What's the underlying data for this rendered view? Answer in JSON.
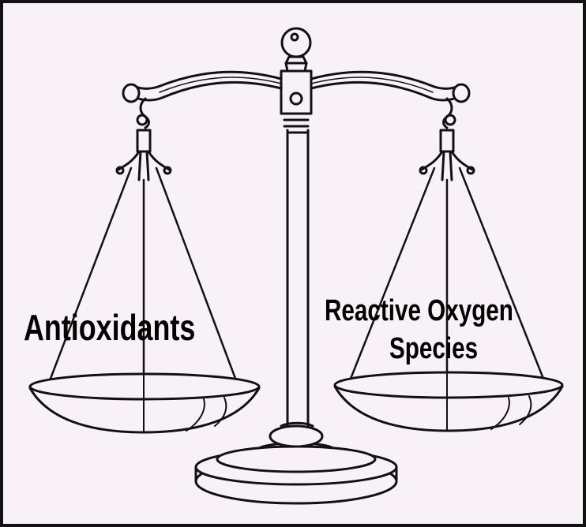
{
  "diagram": {
    "left_pan_label": "Antioxidants",
    "right_pan_label_line1": "Reactive Oxygen",
    "right_pan_label_line2": "Species"
  },
  "colors": {
    "ink": "#111111",
    "background": "#f8f2f8"
  },
  "icons": {
    "illustration": "balance-scale-icon"
  }
}
